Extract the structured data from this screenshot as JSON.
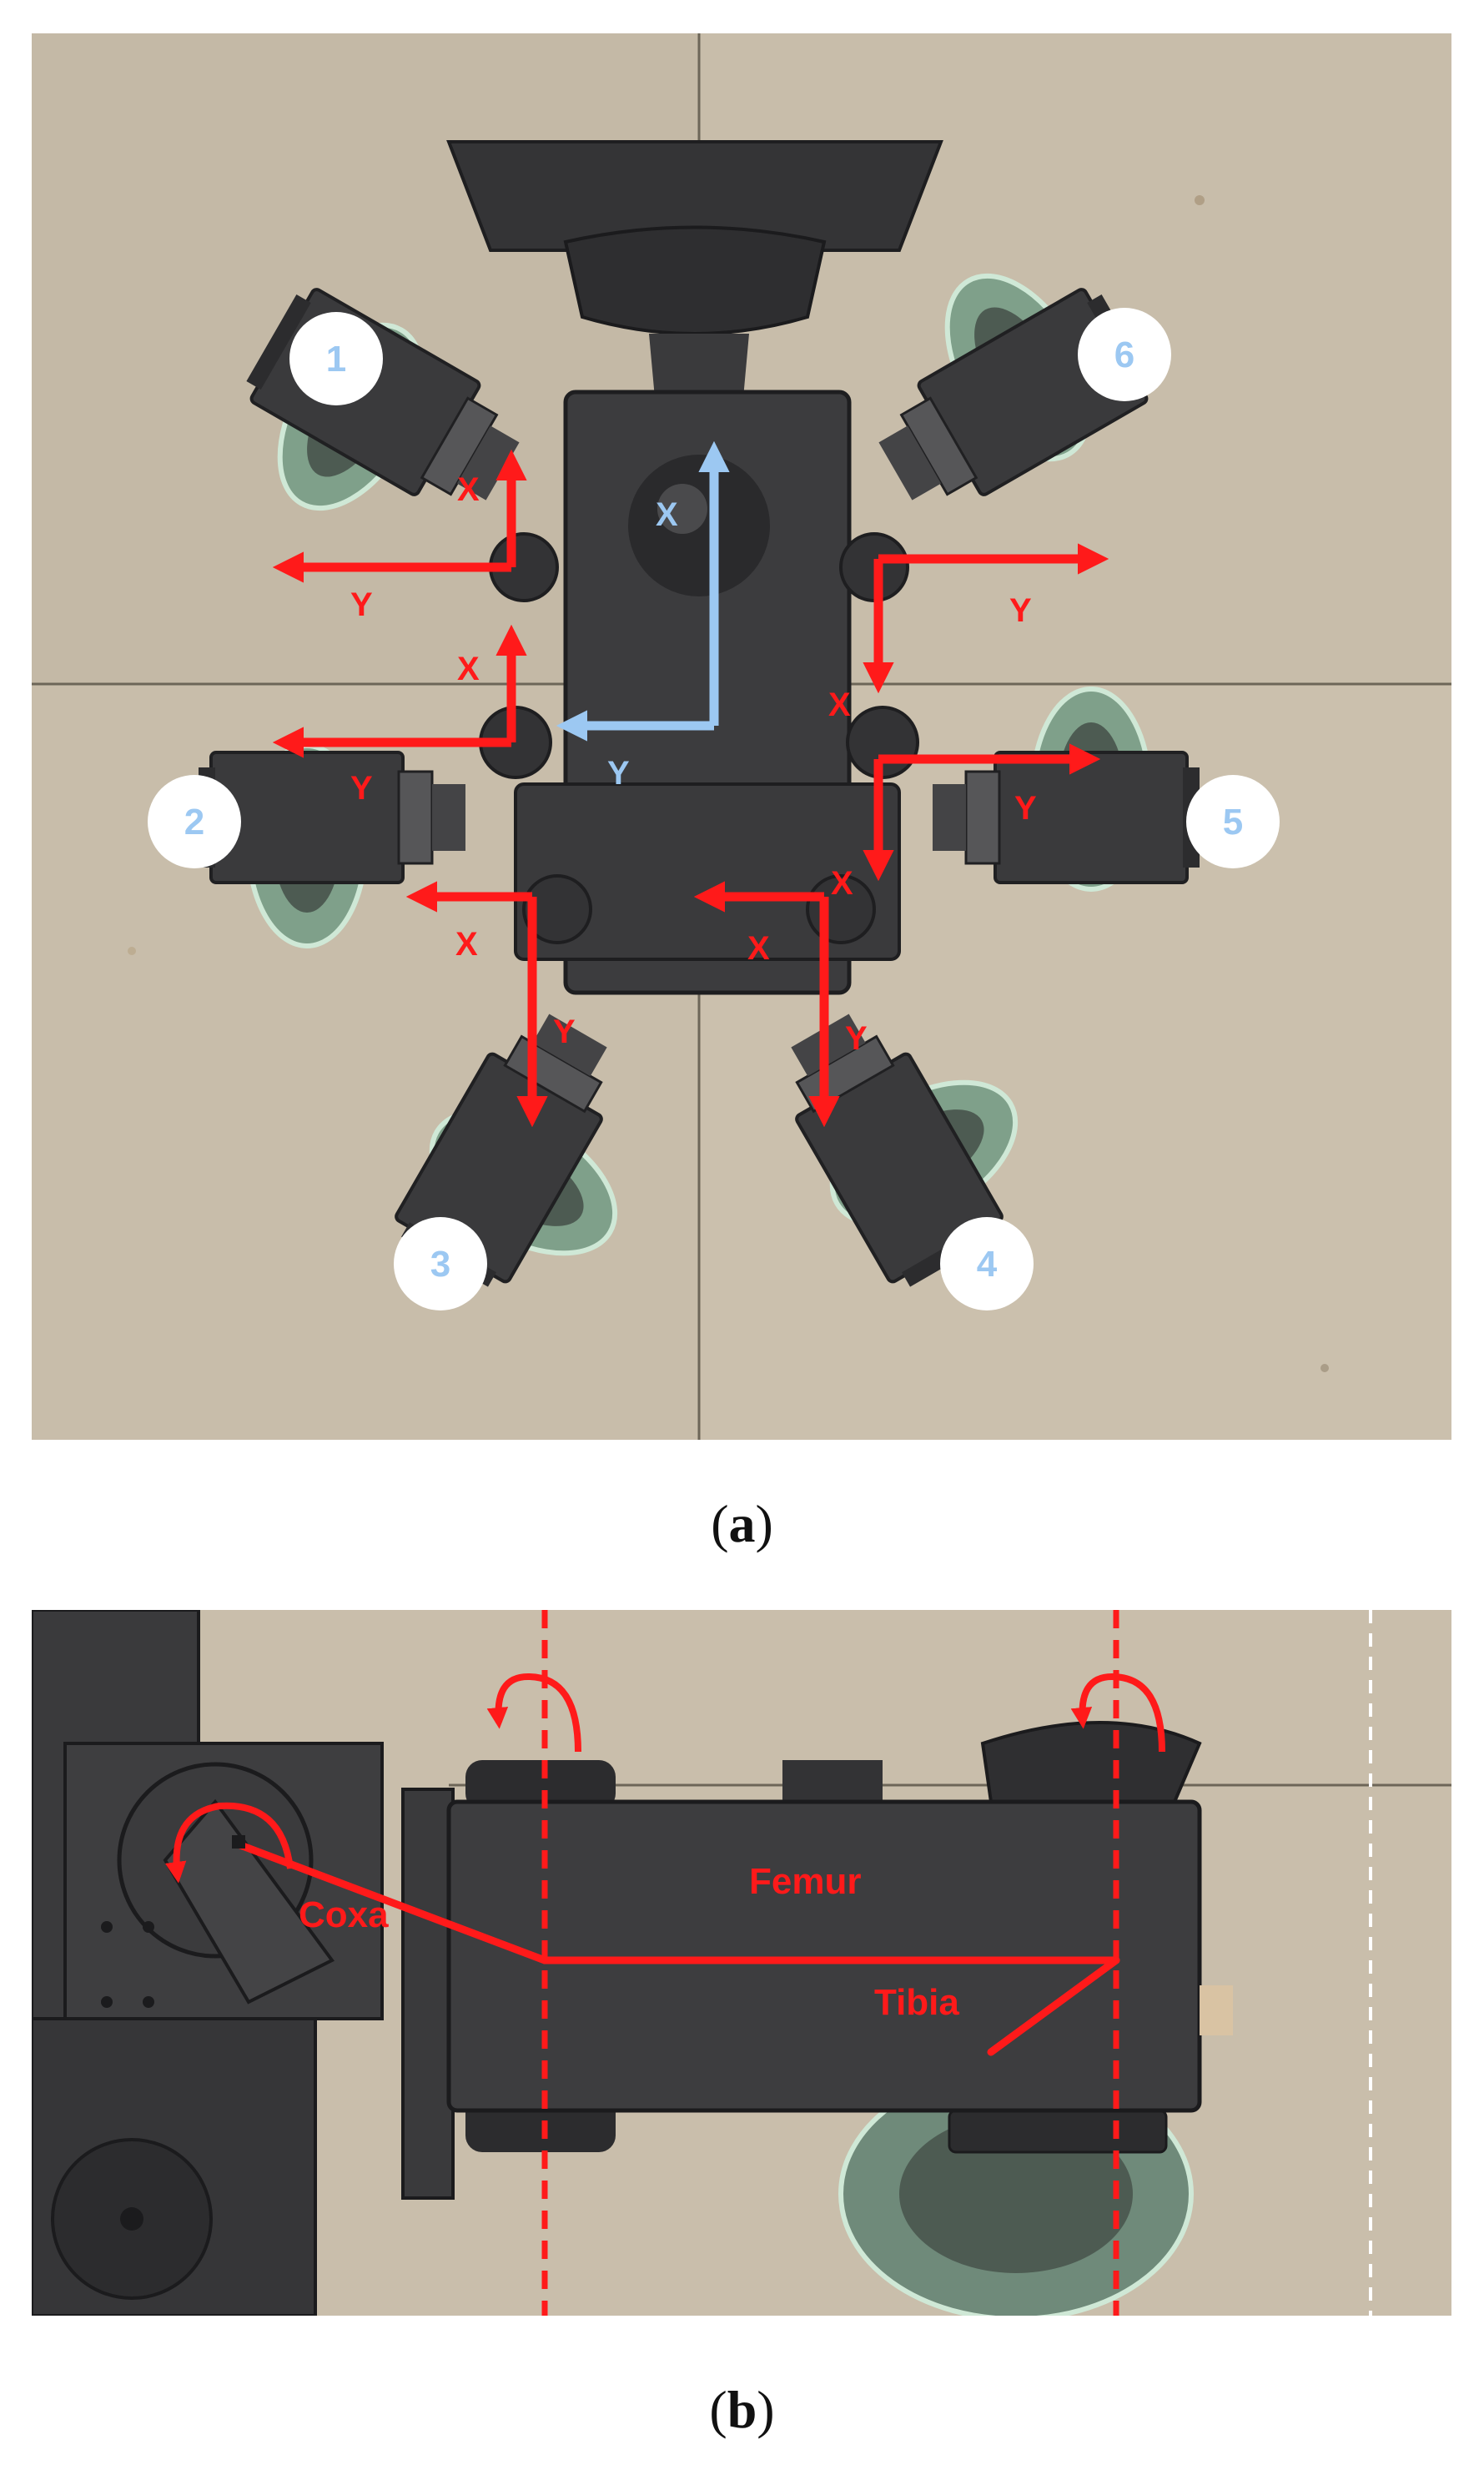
{
  "figure": {
    "panel_a": {
      "caption_label": "a",
      "body_axes": {
        "x_label": "X",
        "y_label": "Y"
      },
      "leg_numbers": [
        "1",
        "2",
        "3",
        "4",
        "5",
        "6"
      ],
      "leg_axes": {
        "x_label": "X",
        "y_label": "Y"
      }
    },
    "panel_b": {
      "caption_label": "b",
      "segments": {
        "coxa": "Coxa",
        "femur": "Femur",
        "tibia": "Tibia"
      }
    },
    "colors": {
      "leg_frame_axes": "#ff1a1a",
      "body_frame_axes": "#9cc8f2",
      "robot_body": "#3c3c3e",
      "floor": "#c8bdaa"
    }
  }
}
